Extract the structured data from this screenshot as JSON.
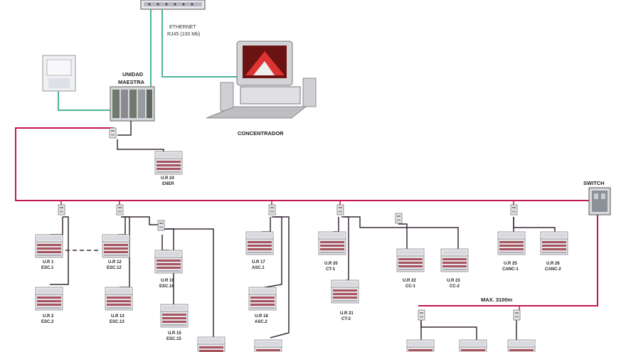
{
  "labels": {
    "ethernet_line1": "ETHERNET",
    "ethernet_line2": "RJ45 (100 Mb)",
    "master_line1": "UNIDAD",
    "master_line2": "MAESTRA",
    "concentrator": "CONCENTRADOR",
    "switch": "SWITCH",
    "max_distance": "MAX. 3100m"
  },
  "units": [
    {
      "line1": "U.R 24",
      "line2": "ENER"
    },
    {
      "line1": "U.R 1",
      "line2": "ESC.1"
    },
    {
      "line1": "U.R 2",
      "line2": "ESC.2"
    },
    {
      "line1": "U.R 12",
      "line2": "ESC.12"
    },
    {
      "line1": "U.R 13",
      "line2": "ESC.13"
    },
    {
      "line1": "U.R 16",
      "line2": "ESC.16"
    },
    {
      "line1": "U.R 15",
      "line2": "ESC.15"
    },
    {
      "line1": "U.R 17",
      "line2": "ASC.1"
    },
    {
      "line1": "U.R 18",
      "line2": "ASC.2"
    },
    {
      "line1": "U.R 20",
      "line2": "CT-1"
    },
    {
      "line1": "U.R 21",
      "line2": "CT-2"
    },
    {
      "line1": "U.R 22",
      "line2": "CC-1"
    },
    {
      "line1": "U.R 23",
      "line2": "CC-2"
    },
    {
      "line1": "U.R 25",
      "line2": "CANC-1"
    },
    {
      "line1": "U.R 26",
      "line2": "CANC-2"
    }
  ],
  "colors": {
    "ring": "#c2184e",
    "ethernet": "#4fb39b",
    "bus": "#3a2a3a",
    "device_body": "#e2e2e6",
    "device_stripe": "#a8545f"
  }
}
